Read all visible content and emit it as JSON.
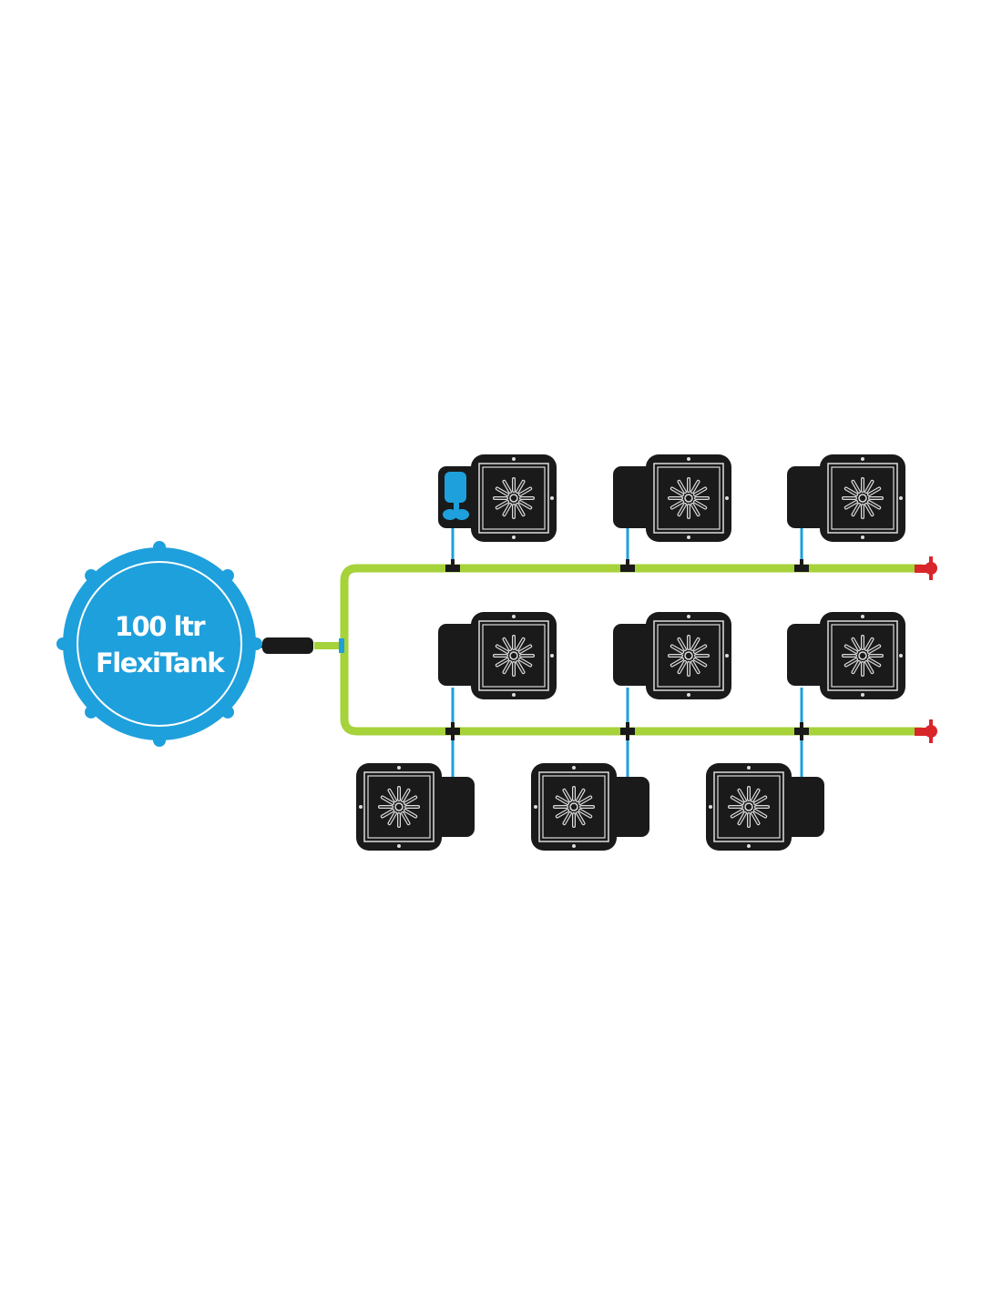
{
  "tank": {
    "line1": "100 ltr",
    "line2": "FlexiTank"
  },
  "colors": {
    "tank": "#1ea0dc",
    "supply_pipe": "#a6d23a",
    "drip_line": "#1ea0dc",
    "pot": "#1a1a1a",
    "end_stop": "#d8262b"
  },
  "pot_count": 9
}
